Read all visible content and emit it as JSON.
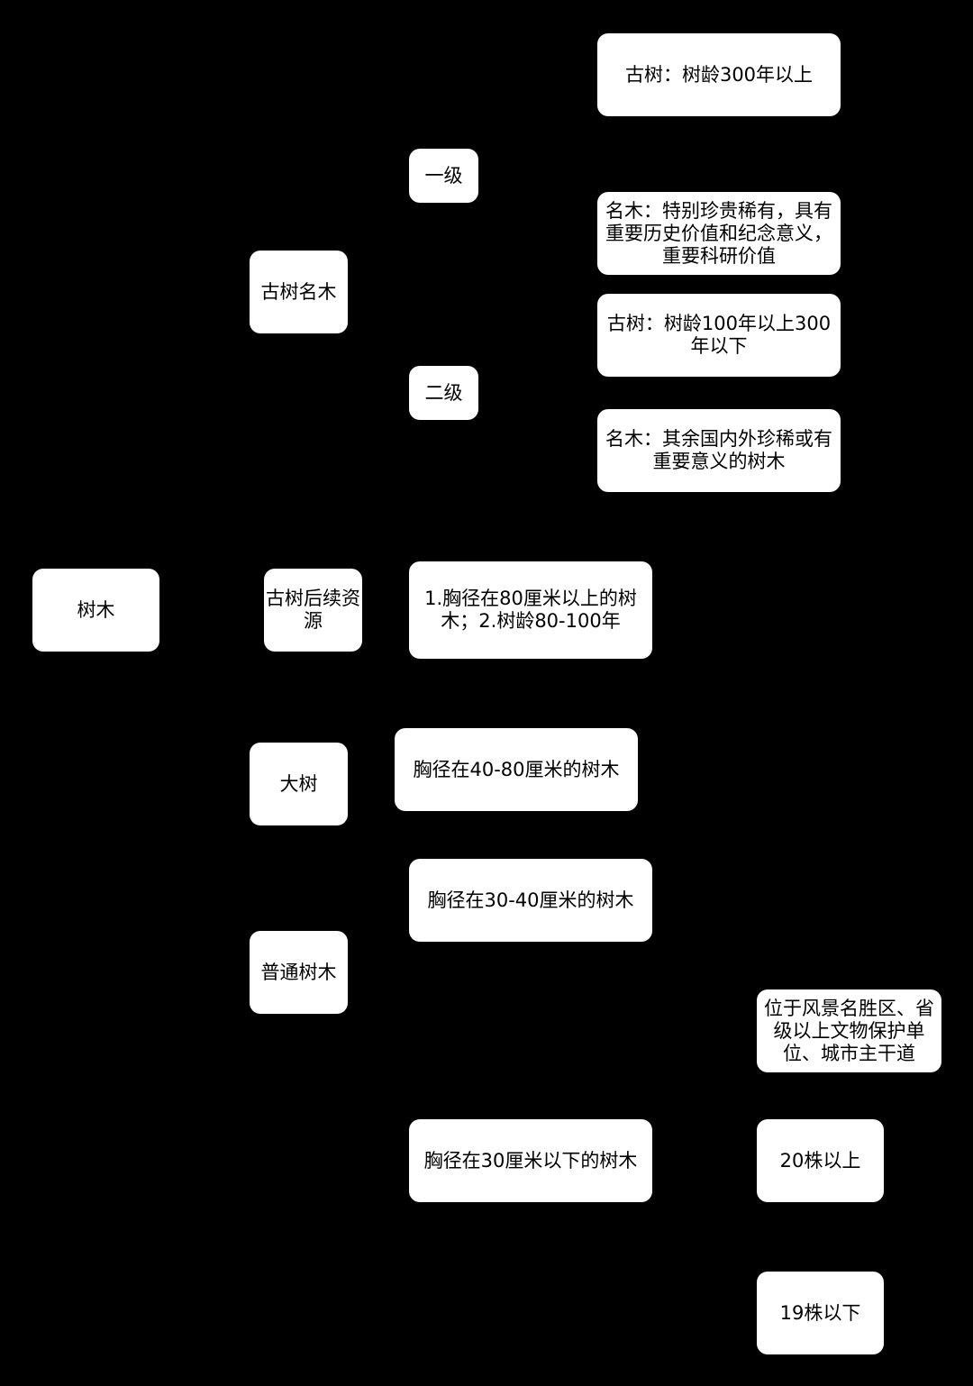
{
  "diagram": {
    "background": "#000000",
    "node_fill": "#ffffff",
    "text_color": "#000000",
    "nodes": {
      "root": "树木",
      "ancient_famous": "古树名木",
      "ancient_reserve": "古树后续资源",
      "big_tree": "大树",
      "ordinary": "普通树木",
      "level1": "一级",
      "level2": "二级",
      "ancient_300": "古树：树龄300年以上",
      "famous_1": "名木：特别珍贵稀有，具有重要历史价值和纪念意义，重要科研价值",
      "ancient_100_300": "古树：树龄100年以上300年以下",
      "famous_2": "名木：其余国内外珍稀或有重要意义的树木",
      "reserve_desc": "1.胸径在80厘米以上的树木；2.树龄80-100年",
      "big_desc": "胸径在40-80厘米的树木",
      "ordinary_30_40": "胸径在30-40厘米的树木",
      "ordinary_below_30": "胸径在30厘米以下的树木",
      "scenic": "位于风景名胜区、省级以上文物保护单位、城市主干道",
      "above_20": "20株以上",
      "below_19": "19株以下"
    },
    "edges": [
      [
        "root",
        "ancient_famous"
      ],
      [
        "root",
        "ancient_reserve"
      ],
      [
        "root",
        "big_tree"
      ],
      [
        "root",
        "ordinary"
      ],
      [
        "ancient_famous",
        "level1"
      ],
      [
        "ancient_famous",
        "level2"
      ],
      [
        "level1",
        "ancient_300"
      ],
      [
        "level1",
        "famous_1"
      ],
      [
        "level2",
        "ancient_100_300"
      ],
      [
        "level2",
        "famous_2"
      ],
      [
        "ancient_reserve",
        "reserve_desc"
      ],
      [
        "big_tree",
        "big_desc"
      ],
      [
        "ordinary",
        "ordinary_30_40"
      ],
      [
        "ordinary",
        "ordinary_below_30"
      ],
      [
        "ordinary_below_30",
        "scenic"
      ],
      [
        "ordinary_below_30",
        "above_20"
      ],
      [
        "ordinary_below_30",
        "below_19"
      ]
    ]
  }
}
